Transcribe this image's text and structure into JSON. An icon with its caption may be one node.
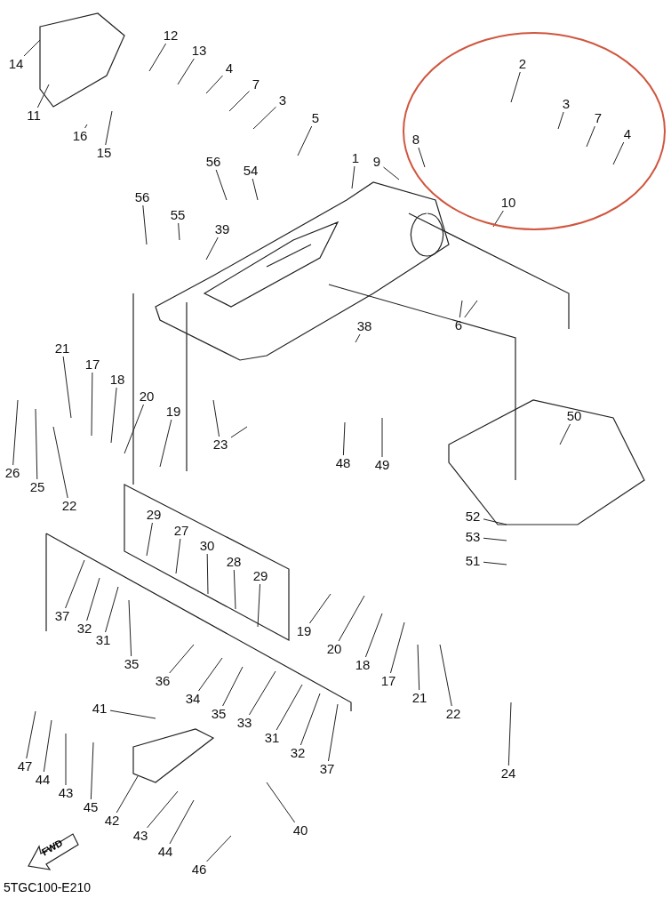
{
  "diagram": {
    "caption": "5TGC100-E210",
    "nodes": [
      {
        "text": [
          "14"
        ]
      },
      {
        "text": [
          "12"
        ]
      },
      {
        "text": [
          "13"
        ]
      },
      {
        "text": [
          "4"
        ]
      },
      {
        "text": [
          "7"
        ]
      },
      {
        "text": [
          "3"
        ]
      },
      {
        "text": [
          "5"
        ]
      },
      {
        "text": [
          "11"
        ]
      },
      {
        "text": [
          "16"
        ]
      },
      {
        "text": [
          "15"
        ]
      },
      {
        "text": [],
        "shape": "ellipse"
      },
      {
        "text": [
          "2"
        ],
        "in": 10
      },
      {
        "text": [
          "3"
        ],
        "in": 10
      },
      {
        "text": [
          "7"
        ],
        "in": 10
      },
      {
        "text": [
          "4"
        ],
        "in": 10
      },
      {
        "text": [
          "8"
        ],
        "in": 10
      },
      {
        "text": [
          "1"
        ]
      },
      {
        "text": [
          "9"
        ]
      },
      {
        "text": [
          "56"
        ]
      },
      {
        "text": [
          "54"
        ]
      },
      {
        "text": [
          "10"
        ],
        "in": 10
      },
      {
        "text": [
          "56"
        ]
      },
      {
        "text": [
          "55"
        ]
      },
      {
        "text": [
          "39"
        ]
      },
      {
        "text": [
          "6"
        ]
      },
      {
        "text": [
          "38"
        ]
      },
      {
        "text": [
          "21"
        ]
      },
      {
        "text": [
          "17"
        ]
      },
      {
        "text": [
          "18"
        ]
      },
      {
        "text": [
          "20"
        ]
      },
      {
        "text": [
          "19"
        ]
      },
      {
        "text": [
          "23"
        ]
      },
      {
        "text": [
          "26"
        ]
      },
      {
        "text": [
          "25"
        ]
      },
      {
        "text": [
          "22"
        ]
      },
      {
        "text": [
          "48"
        ]
      },
      {
        "text": [
          "49"
        ]
      },
      {
        "text": [
          "50"
        ]
      },
      {
        "text": [
          "52"
        ]
      },
      {
        "text": [
          "53"
        ]
      },
      {
        "text": [
          "51"
        ]
      },
      {
        "text": [
          "29"
        ]
      },
      {
        "text": [
          "27"
        ]
      },
      {
        "text": [
          "30"
        ]
      },
      {
        "text": [
          "28"
        ]
      },
      {
        "text": [
          "29"
        ]
      },
      {
        "text": [
          "37"
        ]
      },
      {
        "text": [
          "32"
        ]
      },
      {
        "text": [
          "31"
        ]
      },
      {
        "text": [
          "35"
        ]
      },
      {
        "text": [
          "19"
        ]
      },
      {
        "text": [
          "20"
        ]
      },
      {
        "text": [
          "18"
        ]
      },
      {
        "text": [
          "17"
        ]
      },
      {
        "text": [
          "21"
        ]
      },
      {
        "text": [
          "22"
        ]
      },
      {
        "text": [
          "36"
        ]
      },
      {
        "text": [
          "34"
        ]
      },
      {
        "text": [
          "35"
        ]
      },
      {
        "text": [
          "33"
        ]
      },
      {
        "text": [
          "31"
        ]
      },
      {
        "text": [
          "32"
        ]
      },
      {
        "text": [
          "37"
        ]
      },
      {
        "text": [
          "24"
        ]
      },
      {
        "text": [
          "41"
        ]
      },
      {
        "text": [
          "47"
        ]
      },
      {
        "text": [
          "44"
        ]
      },
      {
        "text": [
          "43"
        ]
      },
      {
        "text": [
          "45"
        ]
      },
      {
        "text": [
          "42"
        ]
      },
      {
        "text": [
          "43"
        ]
      },
      {
        "text": [
          "44"
        ]
      },
      {
        "text": [
          "40"
        ]
      },
      {
        "text": [
          "46"
        ]
      },
      {
        "text": [
          "FWD"
        ]
      }
    ],
    "edges": [
      {
        "from": 0,
        "to": null,
        "arrow": "none"
      },
      {
        "from": 1,
        "to": null,
        "arrow": "none"
      },
      {
        "from": 2,
        "to": null,
        "arrow": "none"
      },
      {
        "from": 3,
        "to": null,
        "arrow": "none"
      },
      {
        "from": 4,
        "to": null,
        "arrow": "none"
      },
      {
        "from": 5,
        "to": null,
        "arrow": "none"
      },
      {
        "from": 6,
        "to": null,
        "arrow": "none"
      },
      {
        "from": 7,
        "to": null,
        "arrow": "none"
      },
      {
        "from": 8,
        "to": null,
        "arrow": "none"
      },
      {
        "from": 9,
        "to": null,
        "arrow": "none"
      },
      {
        "from": 11,
        "to": null,
        "arrow": "none"
      },
      {
        "from": 12,
        "to": null,
        "arrow": "none"
      },
      {
        "from": 13,
        "to": null,
        "arrow": "none"
      },
      {
        "from": 14,
        "to": null,
        "arrow": "none"
      },
      {
        "from": 15,
        "to": null,
        "arrow": "none"
      },
      {
        "from": 16,
        "to": null,
        "arrow": "none"
      },
      {
        "from": 17,
        "to": null,
        "arrow": "none"
      },
      {
        "from": 18,
        "to": null,
        "arrow": "none"
      },
      {
        "from": 19,
        "to": null,
        "arrow": "none"
      },
      {
        "from": 20,
        "to": null,
        "arrow": "none"
      },
      {
        "from": 21,
        "to": null,
        "arrow": "none"
      },
      {
        "from": 22,
        "to": null,
        "arrow": "none"
      },
      {
        "from": 23,
        "to": null,
        "arrow": "none"
      },
      {
        "from": 24,
        "to": null,
        "arrow": "none"
      },
      {
        "from": 24,
        "to": null,
        "arrow": "none"
      },
      {
        "from": 25,
        "to": null,
        "arrow": "none"
      },
      {
        "from": 26,
        "to": null,
        "arrow": "none"
      },
      {
        "from": 27,
        "to": null,
        "arrow": "none"
      },
      {
        "from": 28,
        "to": null,
        "arrow": "none"
      },
      {
        "from": 29,
        "to": null,
        "arrow": "none"
      },
      {
        "from": 30,
        "to": null,
        "arrow": "none"
      },
      {
        "from": 31,
        "to": null,
        "arrow": "none"
      },
      {
        "from": 31,
        "to": null,
        "arrow": "none"
      },
      {
        "from": 32,
        "to": null,
        "arrow": "none"
      },
      {
        "from": 33,
        "to": null,
        "arrow": "none"
      },
      {
        "from": 34,
        "to": null,
        "arrow": "none"
      },
      {
        "from": 35,
        "to": null,
        "arrow": "none"
      },
      {
        "from": 36,
        "to": null,
        "arrow": "none"
      },
      {
        "from": 37,
        "to": null,
        "arrow": "none"
      },
      {
        "from": 38,
        "to": null,
        "arrow": "none"
      },
      {
        "from": 39,
        "to": null,
        "arrow": "none"
      },
      {
        "from": 40,
        "to": null,
        "arrow": "none"
      },
      {
        "from": 41,
        "to": null,
        "arrow": "none"
      },
      {
        "from": 42,
        "to": null,
        "arrow": "none"
      },
      {
        "from": 43,
        "to": null,
        "arrow": "none"
      },
      {
        "from": 44,
        "to": null,
        "arrow": "none"
      },
      {
        "from": 45,
        "to": null,
        "arrow": "none"
      },
      {
        "from": 46,
        "to": null,
        "arrow": "none"
      },
      {
        "from": 47,
        "to": null,
        "arrow": "none"
      },
      {
        "from": 48,
        "to": null,
        "arrow": "none"
      },
      {
        "from": 49,
        "to": null,
        "arrow": "none"
      },
      {
        "from": 50,
        "to": null,
        "arrow": "none"
      },
      {
        "from": 51,
        "to": null,
        "arrow": "none"
      },
      {
        "from": 52,
        "to": null,
        "arrow": "none"
      },
      {
        "from": 53,
        "to": null,
        "arrow": "none"
      },
      {
        "from": 54,
        "to": null,
        "arrow": "none"
      },
      {
        "from": 55,
        "to": null,
        "arrow": "none"
      },
      {
        "from": 56,
        "to": null,
        "arrow": "none"
      },
      {
        "from": 57,
        "to": null,
        "arrow": "none"
      },
      {
        "from": 58,
        "to": null,
        "arrow": "none"
      },
      {
        "from": 59,
        "to": null,
        "arrow": "none"
      },
      {
        "from": 60,
        "to": null,
        "arrow": "none"
      },
      {
        "from": 61,
        "to": null,
        "arrow": "none"
      },
      {
        "from": 62,
        "to": null,
        "arrow": "none"
      },
      {
        "from": 63,
        "to": null,
        "arrow": "none"
      },
      {
        "from": 64,
        "to": null,
        "arrow": "none"
      },
      {
        "from": 65,
        "to": null,
        "arrow": "none"
      },
      {
        "from": 66,
        "to": null,
        "arrow": "none"
      },
      {
        "from": 67,
        "to": null,
        "arrow": "none"
      },
      {
        "from": 68,
        "to": null,
        "arrow": "none"
      },
      {
        "from": 69,
        "to": null,
        "arrow": "none"
      },
      {
        "from": 70,
        "to": null,
        "arrow": "none"
      },
      {
        "from": 71,
        "to": null,
        "arrow": "none"
      },
      {
        "from": 72,
        "to": null,
        "arrow": "none"
      },
      {
        "from": 73,
        "to": null,
        "arrow": "none"
      }
    ]
  }
}
